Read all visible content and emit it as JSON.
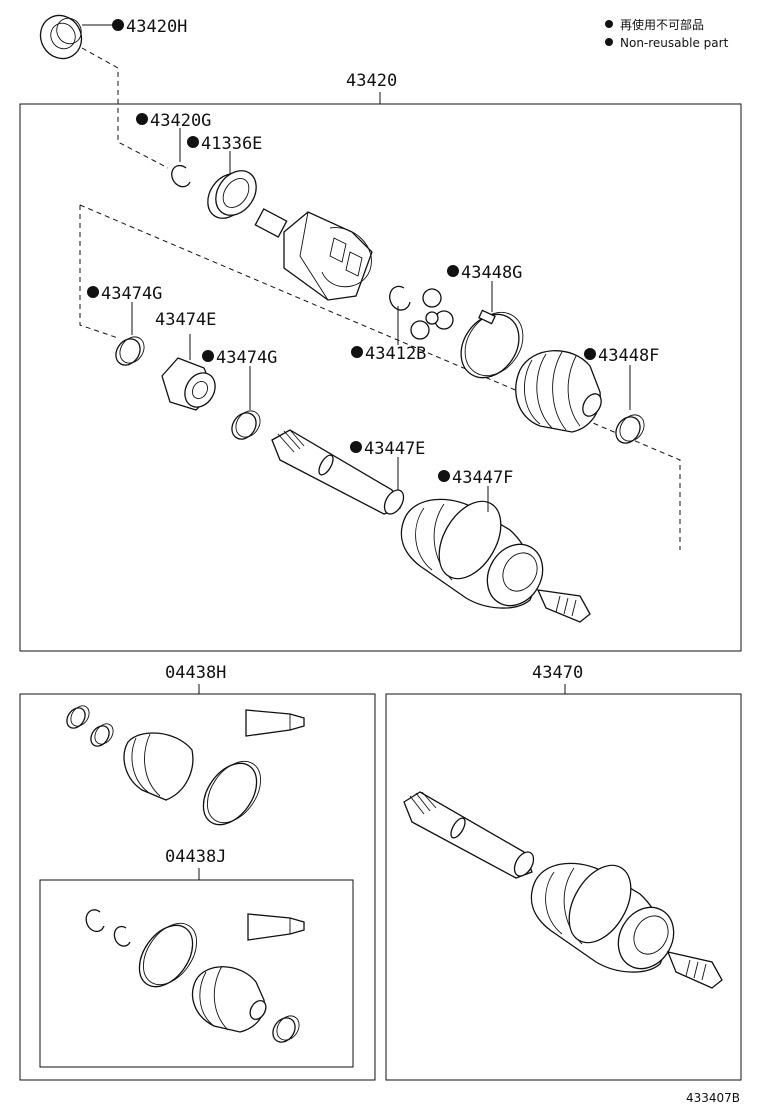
{
  "legend": {
    "line1": "再使用不可部品",
    "line2": "Non-reusable part"
  },
  "group_titles": {
    "main": "43420",
    "boot_kit_outer": "04438H",
    "boot_kit_inner": "04438J",
    "shaft_assy": "43470"
  },
  "parts": {
    "p43420H": "43420H",
    "p43420G": "43420G",
    "p41336E": "41336E",
    "p43474G_a": "43474G",
    "p43474E": "43474E",
    "p43474G_b": "43474G",
    "p43448G": "43448G",
    "p43412B": "43412B",
    "p43448F": "43448F",
    "p43447E": "43447E",
    "p43447F": "43447F"
  },
  "diagram_code": "433407B"
}
